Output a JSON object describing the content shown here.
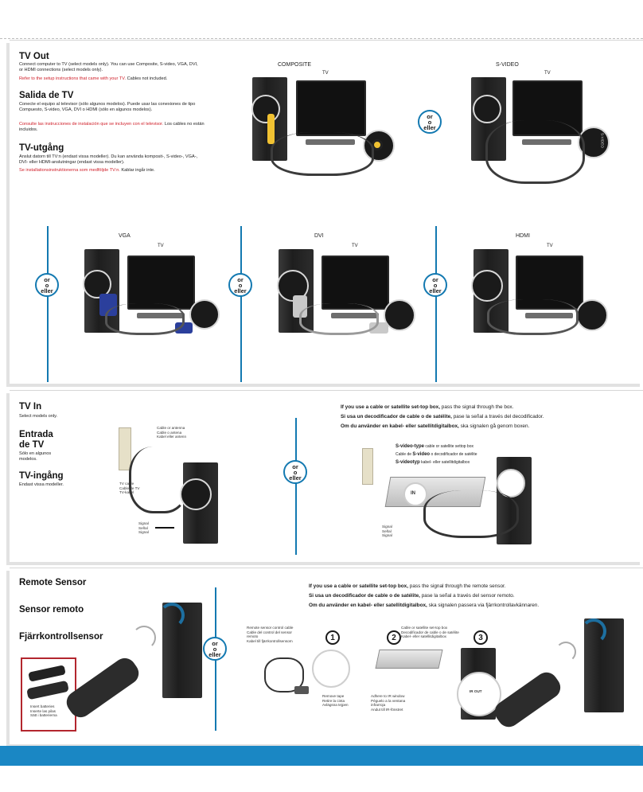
{
  "tv_out": {
    "title_en": "TV Out",
    "body_en": "Connect computer to TV (select models only). You can use Composite, S-video, VGA, DVI, or HDMI connections (select models only).",
    "note_en_red": "Refer to the setup instructions that came with your TV.",
    "note_en_rest": "Cables not included.",
    "title_es": "Salida de TV",
    "body_es": "Conecte el equipo al televisor (sólo algunos modelos). Puede usar las conexiones de tipo Compuesto, S-video, VGA, DVI o HDMI (sólo en algunos modelos).",
    "note_es_red": "Consulte las instrucciones de instalación que se incluyen con el televisor.",
    "note_es_rest": "Los cables no están incluidos.",
    "title_sv": "TV-utgång",
    "body_sv": "Anslut datorn till TV:n (endast vissa modeller). Du kan använda komposit-, S-video-, VGA-, DVI- eller HDMI-anslutningar (endast vissa modeller).",
    "note_sv_red": "Se installationsinstruktionerna som medföljde TV:n.",
    "note_sv_rest": "Kablar ingår inte."
  },
  "connections": {
    "composite": "COMPOSITE",
    "svideo": "S-VIDEO",
    "vga": "VGA",
    "dvi": "DVI",
    "hdmi": "HDMI",
    "tv": "TV",
    "svideo_port": "S-VIDEO"
  },
  "or_badge": {
    "line1": "or",
    "line2": "o",
    "line3": "eller"
  },
  "tv_in": {
    "title_en": "TV In",
    "body_en": "Select models only.",
    "title_es_1": "Entrada",
    "title_es_2": "de TV",
    "body_es": "Sólo en algunos modelos.",
    "title_sv": "TV-ingång",
    "body_sv": "Endast vissa modeller.",
    "cable_antenna": [
      "Cable or antenna",
      "Cable o antena",
      "Kabel eller antenn"
    ],
    "tv_cable": [
      "TV cable",
      "Cable de TV",
      "TV-kabel"
    ],
    "signal": [
      "Signal",
      "Señal",
      "Signal"
    ],
    "box_en_bold": "If you use a cable or satellite set-top box,",
    "box_en_rest": "pass the signal through the box.",
    "box_es_bold": "Si usa un decodificador de cable o de satélite,",
    "box_es_rest": "pase la señal a través del decodificador.",
    "box_sv_bold": "Om du använder en kabel- eller satellitdigitalbox,",
    "box_sv_rest": "ska signalen gå genom boxen.",
    "svideo_type_en_bold": "S-video-type",
    "svideo_type_en_rest": "cable or satellite settop box",
    "svideo_type_es_pre": "Cable de",
    "svideo_type_es_bold": "S-video",
    "svideo_type_es_rest": "o decodificador de satélite",
    "svideo_type_sv_bold": "S-videotyp",
    "svideo_type_sv_rest": "kabel- eller satellitdigitalbox",
    "in_label": "IN",
    "signal2": [
      "Signal",
      "Señal",
      "Signal"
    ]
  },
  "remote": {
    "title_en": "Remote Sensor",
    "title_es": "Sensor remoto",
    "title_sv": "Fjärrkontrollsensor",
    "batteries": [
      "Insert batteries",
      "Inserte las pilas",
      "Sätt i batterierna"
    ],
    "box_en_bold": "If you use a cable or satellite set-top box,",
    "box_en_rest": "pass the signal through the remote sensor.",
    "box_es_bold": "Si usa un decodificador de cable o de satélite,",
    "box_es_rest": "pase la señal a través del sensor remoto.",
    "box_sv_bold": "Om du använder en kabel- eller satellitdigitalbox,",
    "box_sv_rest": "ska signalen passera via fjärrkontrollavkännaren.",
    "control_cable": [
      "Remote sensor control cable",
      "Cable del control del sensor",
      "remoto",
      "Kabel till fjärrkontrollsensorn"
    ],
    "settop": [
      "Cable or satellite set-top box",
      "Decodificador de cable o de satélite",
      "Kabel- eller satellitdigitalbox"
    ],
    "remove_tape": [
      "Remove tape",
      "Retire la cinta",
      "Avlägsna tejpen"
    ],
    "adhere": [
      "Adhere to IR window",
      "Péguelo a la ventana",
      "infrarroja",
      "Andut till IR-fönstret"
    ],
    "ir_out": "IR OUT",
    "steps": [
      "1",
      "2",
      "3"
    ]
  }
}
